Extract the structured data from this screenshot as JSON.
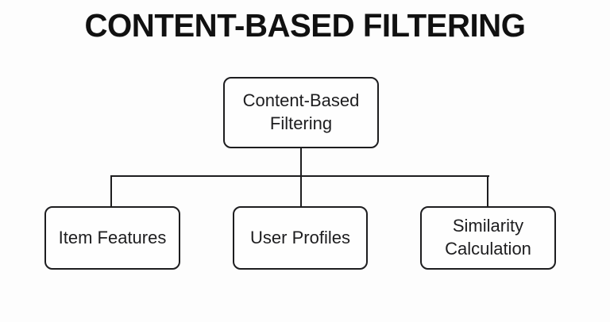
{
  "title": "CONTENT-BASED FILTERING",
  "nodes": {
    "root": {
      "label": "Content-Based Filtering"
    },
    "children": [
      {
        "label": "Item Features"
      },
      {
        "label": "User Profiles"
      },
      {
        "label": "Similarity Calculation"
      }
    ]
  },
  "colors": {
    "background": "#fdfdfd",
    "node_fill": "#fefefe",
    "stroke": "#1d1d1f",
    "text": "#1d1d1f",
    "title_text": "#111111"
  }
}
